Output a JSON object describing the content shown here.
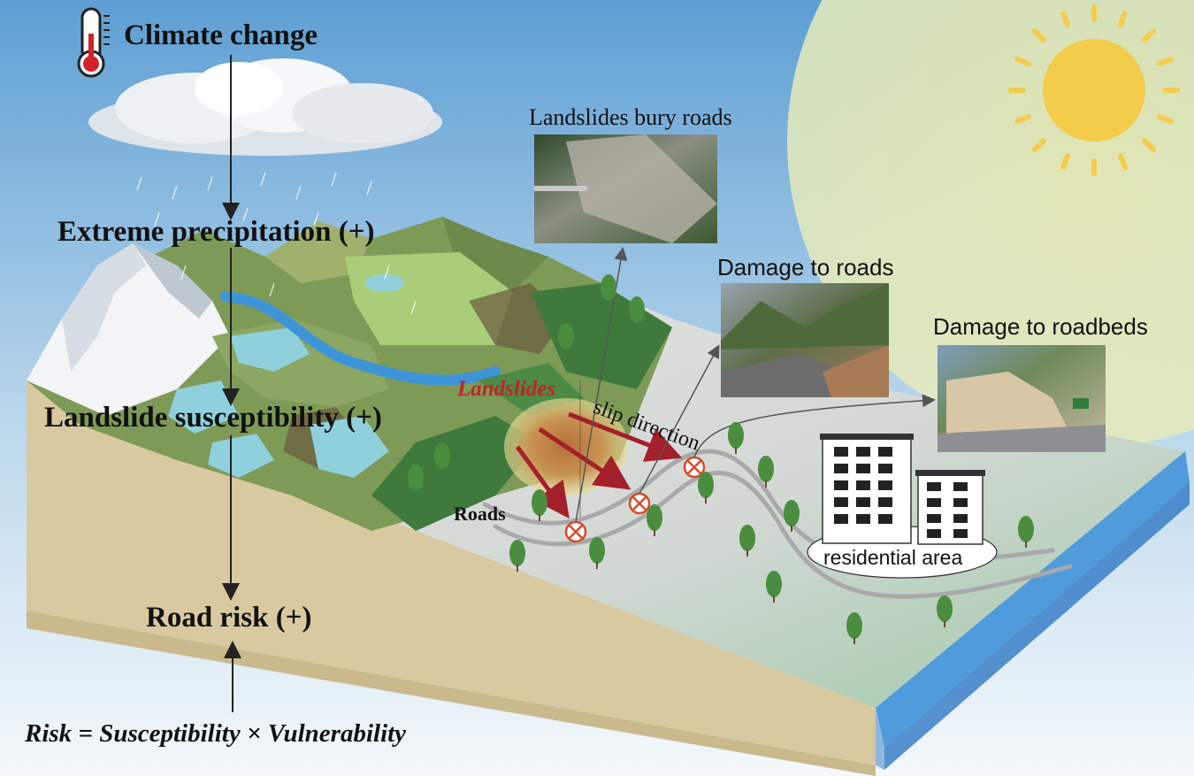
{
  "labels": {
    "climate_change": "Climate change",
    "extreme_precipitation": "Extreme precipitation (+)",
    "landslide_susceptibility": "Landslide susceptibility (+)",
    "road_risk": "Road risk (+)",
    "formula": "Risk = Susceptibility × Vulnerability",
    "landslides": "Landslides",
    "roads": "Roads",
    "slip_direction": "slip direction",
    "residential_area": "residential area"
  },
  "photos": {
    "bury_roads": "Landslides bury roads",
    "damage_roads": "Damage to roads",
    "damage_roadbeds": "Damage to roadbeds"
  },
  "icons": [
    "thermometer-icon",
    "cloud-icon",
    "sun-icon",
    "building-icon",
    "tree-icon",
    "blocked-crossing-icon"
  ],
  "colors": {
    "sky_top": "#6aa5d6",
    "landslide_red": "#c0242b",
    "water_edge": "#4f9bdc",
    "soil": "#d8c9a0",
    "sun": "#f2cc4a"
  }
}
